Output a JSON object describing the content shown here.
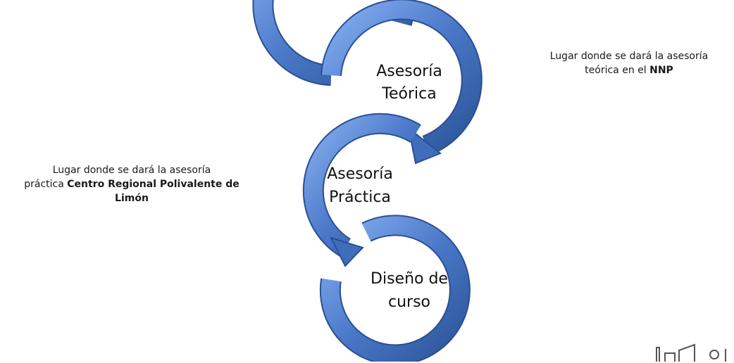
{
  "stages": [
    {
      "id": "teorica",
      "line1": "Asesoría",
      "line2": "Teórica"
    },
    {
      "id": "practica",
      "line1": "Asesoría",
      "line2": "Práctica"
    },
    {
      "id": "diseno",
      "line1": "Diseño de",
      "line2": "curso"
    }
  ],
  "notes": {
    "right": {
      "line1": "Lugar donde se dará la asesoría",
      "line2_prefix": "teórica en el ",
      "line2_bold": "NNP"
    },
    "left": {
      "line1": "Lugar donde se dará la asesoría",
      "line2_prefix": "práctica ",
      "line2_bold": "Centro Regional Polivalente de",
      "line3_bold": "Limón"
    }
  },
  "colors": {
    "arrow": "#4472c4",
    "arrow_light": "#7fa6e6",
    "arrow_dark": "#2a4f93",
    "text": "#111111"
  }
}
